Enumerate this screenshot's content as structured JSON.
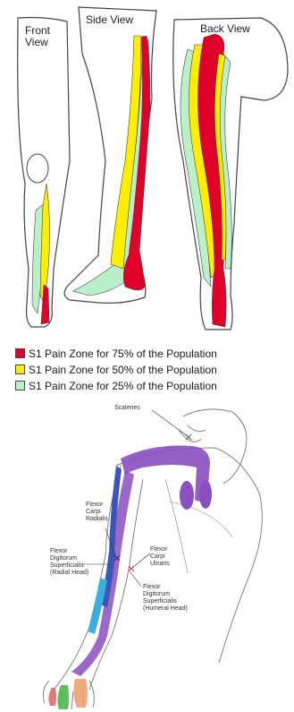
{
  "top_diagram": {
    "front_label": "Front\nView",
    "side_label": "Side View",
    "back_label": "Back View",
    "colors": {
      "red": "#e0002a",
      "yellow": "#ffee00",
      "green": "#b9f0c8",
      "outline": "#444444"
    },
    "legend": [
      {
        "label": "S1 Pain Zone for 75% of the Population",
        "color": "#e0002a"
      },
      {
        "label": "S1 Pain Zone for 50% of the Population",
        "color": "#ffee00"
      },
      {
        "label": "S1 Pain Zone for 25% of the Population",
        "color": "#b9f0c8"
      }
    ]
  },
  "bottom_diagram": {
    "colors": {
      "purple": "#8a4fc0",
      "blue": "#3a57b8",
      "cyan": "#3bb0e0",
      "orange": "#f0a070",
      "green": "#4cb84c",
      "outline": "#666666"
    },
    "labels": {
      "scalenes": "Scalenes",
      "fcr": "Flexor\nCarpi\nRadialis",
      "fcu": "Flexor\nCarpi\nUlnaris",
      "fds_radial": "Flexor\nDigitorum\nSuperficialis\n(Radial Head)",
      "fds_humeral": "Flexor\nDigitorum\nSuperficialis\n(Humeral Head)"
    }
  }
}
